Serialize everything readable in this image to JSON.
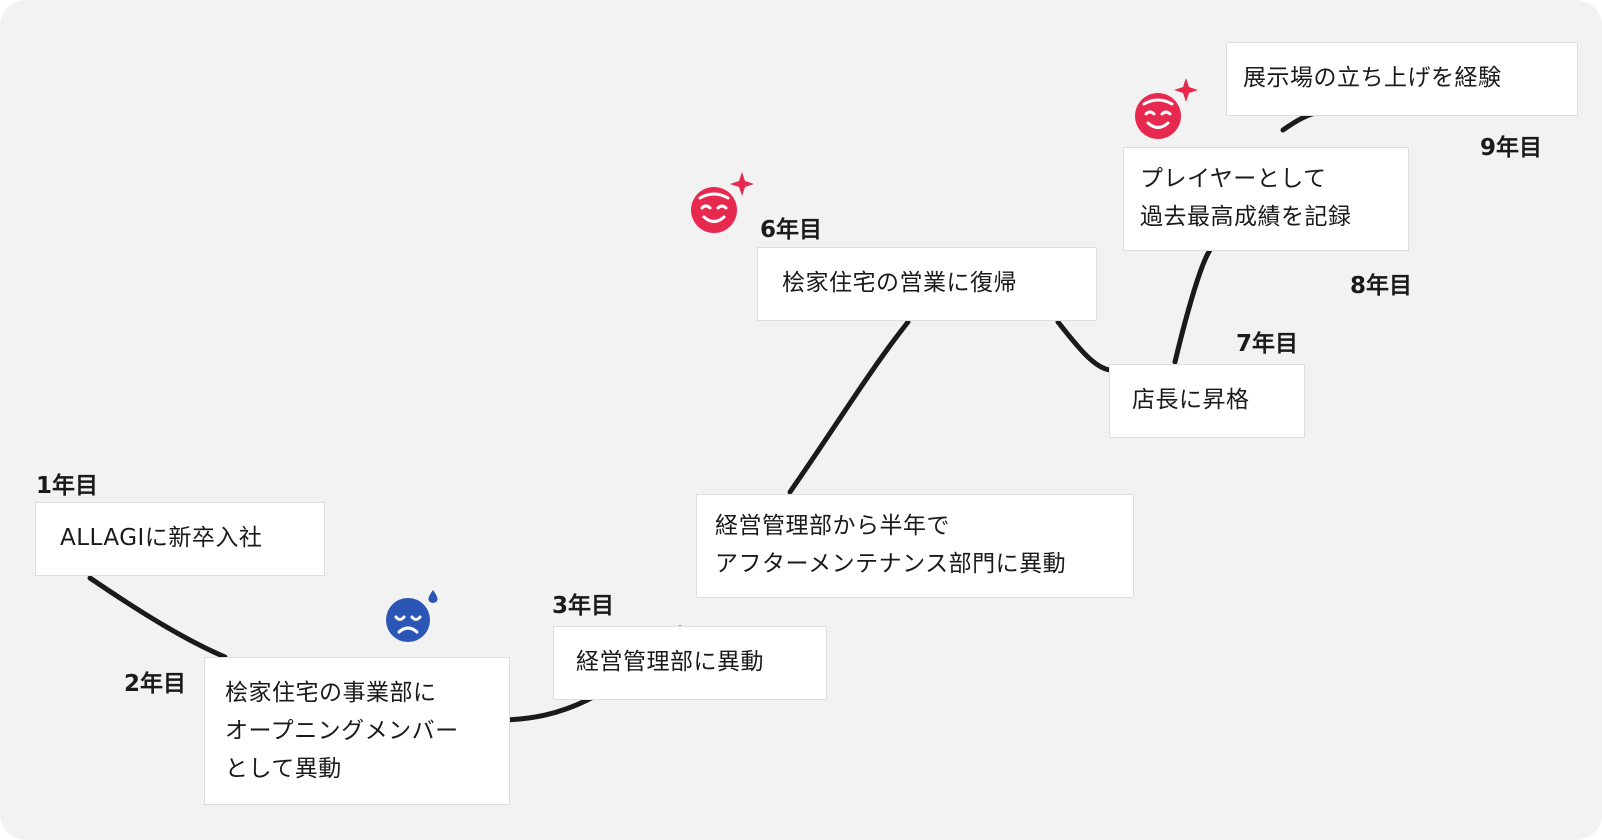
{
  "steps": [
    {
      "year": "1年目",
      "lines": [
        "ALLAGIに新卒入社"
      ]
    },
    {
      "year": "2年目",
      "lines": [
        "桧家住宅の事業部に",
        "オープニングメンバー",
        "として異動"
      ]
    },
    {
      "year": "3年目",
      "lines": [
        "経営管理部に異動"
      ]
    },
    {
      "year": "",
      "lines": [
        "経営管理部から半年で",
        "アフターメンテナンス部門に異動"
      ]
    },
    {
      "year": "6年目",
      "lines": [
        "桧家住宅の営業に復帰"
      ]
    },
    {
      "year": "7年目",
      "lines": [
        "店長に昇格"
      ]
    },
    {
      "year": "8年目",
      "lines": [
        "プレイヤーとして",
        "過去最高成績を記録"
      ]
    },
    {
      "year": "9年目",
      "lines": [
        "展示場の立ち上げを経験"
      ]
    }
  ],
  "icons": {
    "sad": "sad-face-sweat-icon",
    "happy": "happy-face-sparkle-icon"
  },
  "colors": {
    "background": "#f2f2f2",
    "line": "#1a1a1a",
    "sad": "#2b56b6",
    "happy": "#e8294f"
  }
}
